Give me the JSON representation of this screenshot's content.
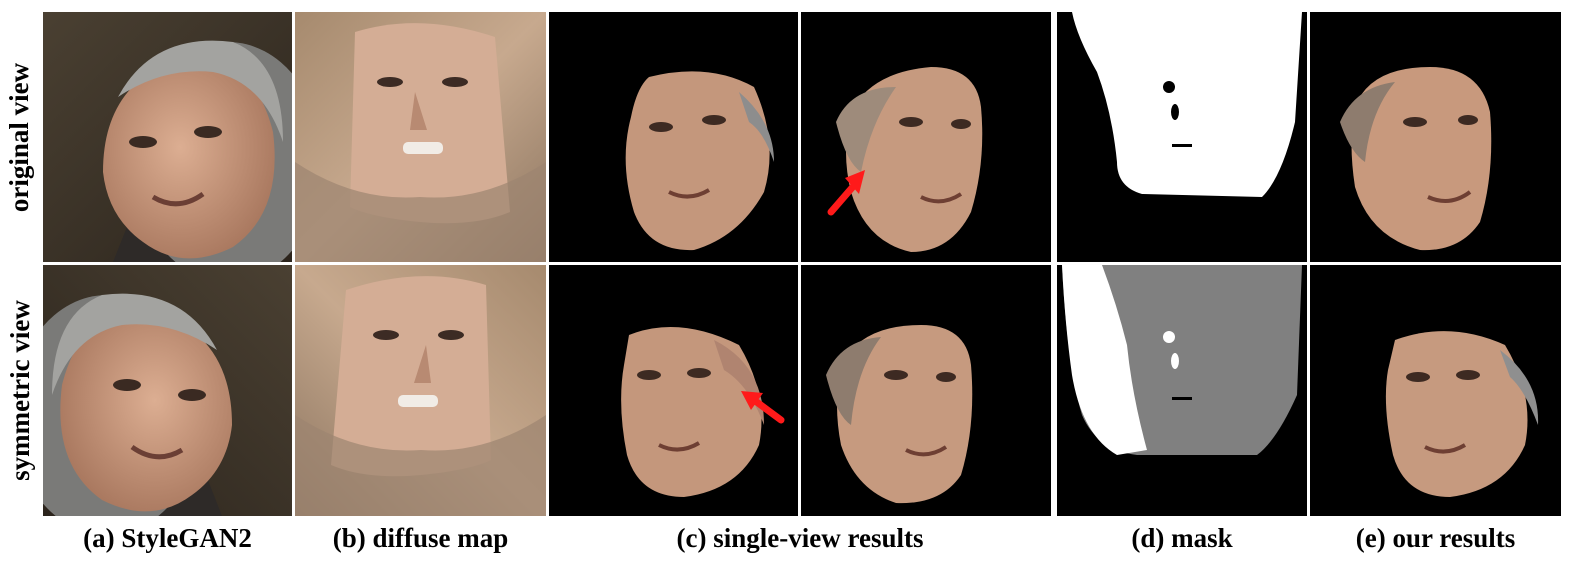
{
  "row_labels": [
    "original view",
    "symmetric view"
  ],
  "column_captions": [
    "(a) StyleGAN2",
    "(b) diffuse map",
    "(c) single-view results",
    "(d) mask",
    "(e) our results"
  ],
  "colors": {
    "background": "#000000",
    "skin": "#c99a7e",
    "hair": "#8f8f8f",
    "arrow": "#ff1a1a",
    "mask_visible": "#ffffff",
    "mask_symmetric": "#808080"
  }
}
